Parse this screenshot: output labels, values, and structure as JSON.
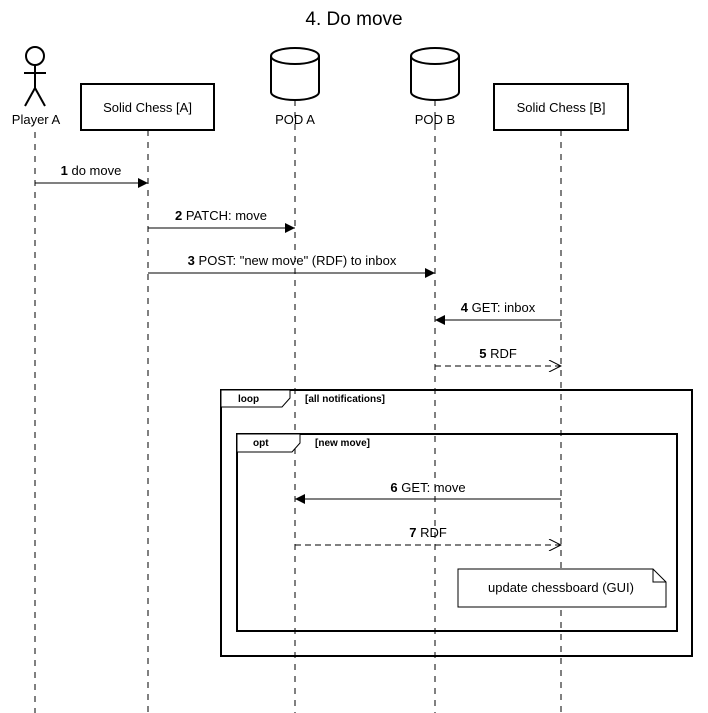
{
  "title": "4. Do move",
  "participants": [
    {
      "id": "player-a",
      "label": "Player A",
      "kind": "actor"
    },
    {
      "id": "solid-chess-a",
      "label": "Solid Chess [A]",
      "kind": "box"
    },
    {
      "id": "pod-a",
      "label": "POD A",
      "kind": "database"
    },
    {
      "id": "pod-b",
      "label": "POD B",
      "kind": "database"
    },
    {
      "id": "solid-chess-b",
      "label": "Solid Chess [B]",
      "kind": "box"
    }
  ],
  "messages": [
    {
      "num": "1",
      "text": "do move",
      "from": "player-a",
      "to": "solid-chess-a",
      "style": "sync"
    },
    {
      "num": "2",
      "text": "PATCH: move",
      "from": "solid-chess-a",
      "to": "pod-a",
      "style": "sync"
    },
    {
      "num": "3",
      "text": "POST: \"new move\" (RDF) to inbox",
      "from": "solid-chess-a",
      "to": "pod-b",
      "style": "sync"
    },
    {
      "num": "4",
      "text": "GET: inbox",
      "from": "solid-chess-b",
      "to": "pod-b",
      "style": "sync"
    },
    {
      "num": "5",
      "text": "RDF",
      "from": "pod-b",
      "to": "solid-chess-b",
      "style": "reply"
    },
    {
      "num": "6",
      "text": "GET: move",
      "from": "solid-chess-b",
      "to": "pod-a",
      "style": "sync"
    },
    {
      "num": "7",
      "text": "RDF",
      "from": "pod-a",
      "to": "solid-chess-b",
      "style": "reply"
    }
  ],
  "fragments": [
    {
      "id": "loop",
      "operator": "loop",
      "guard": "[all notifications]"
    },
    {
      "id": "opt",
      "operator": "opt",
      "guard": "[new move]"
    }
  ],
  "note": {
    "text": "update chessboard (GUI)"
  }
}
